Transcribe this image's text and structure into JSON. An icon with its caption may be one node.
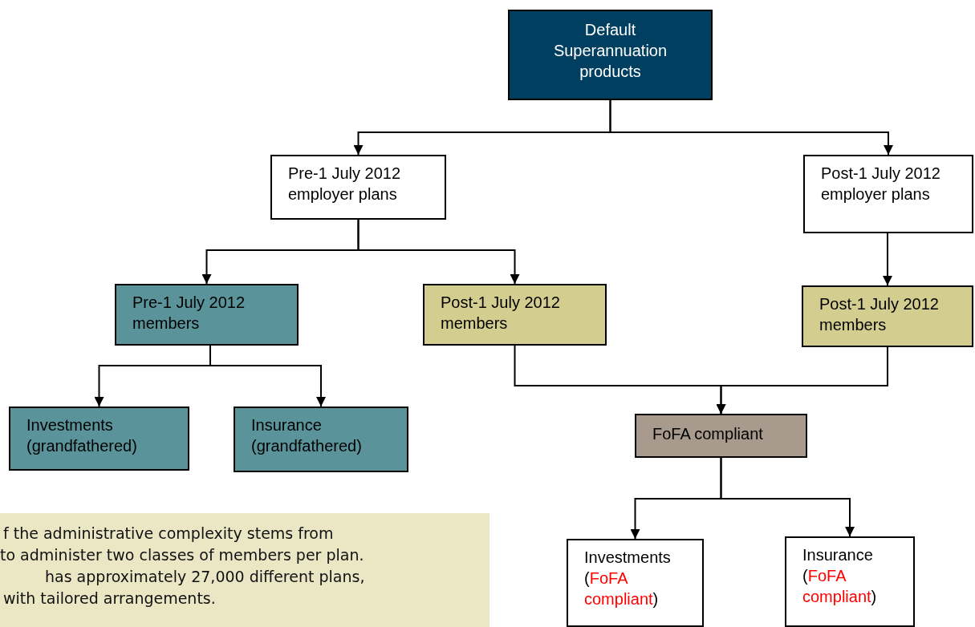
{
  "diagram": {
    "nodes": [
      {
        "text": [
          "Default Superannuation products"
        ]
      },
      {
        "text": [
          "Pre-1 July 2012 employer plans"
        ]
      },
      {
        "text": [
          "Post-1 July 2012 employer plans"
        ]
      },
      {
        "text": [
          "Pre-1 July 2012 members"
        ]
      },
      {
        "text": [
          "Post-1 July 2012 members"
        ]
      },
      {
        "text": [
          "Post-1 July 2012 members"
        ]
      },
      {
        "text": [
          "Investments (grandfathered)"
        ]
      },
      {
        "text": [
          "Insurance (grandfathered)"
        ]
      },
      {
        "text": [
          "FoFA compliant"
        ]
      },
      {
        "text": [
          "Investments",
          "(FoFA compliant)"
        ]
      },
      {
        "text": [
          "Insurance",
          "(FoFA compliant)"
        ]
      }
    ],
    "edges": [
      {
        "from": 0,
        "to": 1,
        "arrow": "to"
      },
      {
        "from": 0,
        "to": 2,
        "arrow": "to"
      },
      {
        "from": 1,
        "to": 3,
        "arrow": "to"
      },
      {
        "from": 1,
        "to": 4,
        "arrow": "to"
      },
      {
        "from": 2,
        "to": 5,
        "arrow": "to"
      },
      {
        "from": 3,
        "to": 6,
        "arrow": "to"
      },
      {
        "from": 3,
        "to": 7,
        "arrow": "to"
      },
      {
        "from": 4,
        "to": 8,
        "arrow": "to"
      },
      {
        "from": 5,
        "to": 8,
        "arrow": "to"
      },
      {
        "from": 8,
        "to": 9,
        "arrow": "to"
      },
      {
        "from": 8,
        "to": 10,
        "arrow": "to"
      }
    ],
    "labels": [
      "f the administrative complexity stems from",
      "to administer two classes of members per plan.",
      "has approximately 27,000 different plans,",
      "with tailored arrangements."
    ]
  }
}
